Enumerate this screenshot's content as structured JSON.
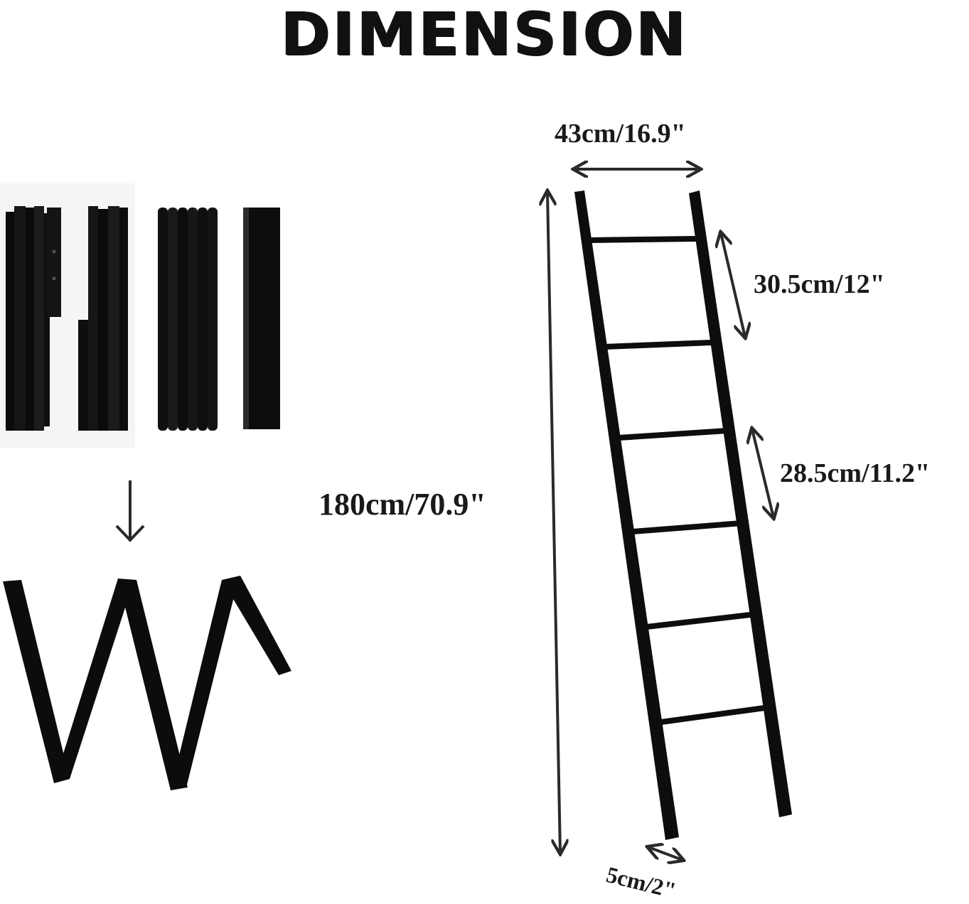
{
  "title": "DIMENSION",
  "dimensions": {
    "width": "43cm/16.9\"",
    "height": "180cm/70.9\"",
    "top_rung_spacing": "30.5cm/12\"",
    "rung_spacing": "28.5cm/11.2\"",
    "depth": "5cm/2\""
  },
  "colors": {
    "ladder": "#0d0d0d",
    "arrow": "#2a2a2a",
    "text": "#1a1a1a"
  },
  "icons": [
    "double-arrow-icon",
    "down-arrow-icon"
  ]
}
